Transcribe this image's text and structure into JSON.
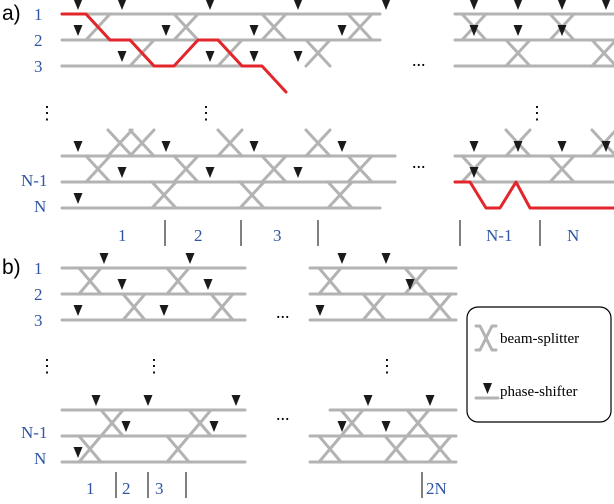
{
  "panel_a": {
    "label": "a)",
    "mode_labels": [
      "1",
      "2",
      "3",
      "N-1",
      "N"
    ],
    "stage_labels": [
      "1",
      "2",
      "3",
      "N-1",
      "N"
    ]
  },
  "panel_b": {
    "label": "b)",
    "mode_labels": [
      "1",
      "2",
      "3",
      "N-1",
      "N"
    ],
    "stage_labels": [
      "1",
      "2",
      "3",
      "2N"
    ]
  },
  "legend": {
    "beam_splitter": "beam-splitter",
    "phase_shifter": "phase-shifter"
  },
  "ellipsis": "...",
  "vertical_dots": "⋮",
  "colors": {
    "waveguide": "#b3b3b3",
    "highlight_path": "#e3262b",
    "label_blue": "#2f55a4",
    "phase_shifter": "#1a1a1a"
  }
}
